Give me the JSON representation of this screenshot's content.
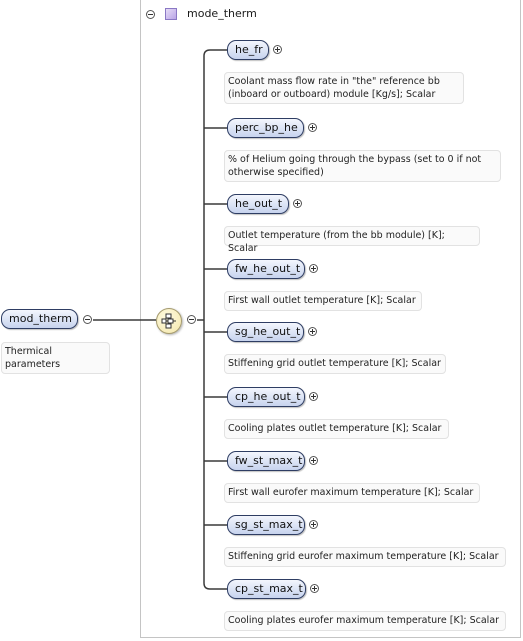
{
  "header": {
    "title": "mode_therm"
  },
  "root": {
    "name": "mod_therm",
    "doc": "Thermical parameters"
  },
  "children": [
    {
      "name": "he_fr",
      "doc": "Coolant mass flow rate in \"the\" reference bb (inboard or outboard) module [Kg/s]; Scalar"
    },
    {
      "name": "perc_bp_he",
      "doc": "% of Helium going through the bypass (set to 0 if not otherwise specified)"
    },
    {
      "name": "he_out_t",
      "doc": "Outlet temperature (from the bb module) [K]; Scalar"
    },
    {
      "name": "fw_he_out_t",
      "doc": "First wall outlet temperature [K]; Scalar"
    },
    {
      "name": "sg_he_out_t",
      "doc": "Stiffening grid outlet temperature [K]; Scalar"
    },
    {
      "name": "cp_he_out_t",
      "doc": "Cooling plates outlet temperature [K]; Scalar"
    },
    {
      "name": "fw_st_max_t",
      "doc": "First wall eurofer maximum temperature [K]; Scalar"
    },
    {
      "name": "sg_st_max_t",
      "doc": "Stiffening grid eurofer maximum temperature [K]; Scalar"
    },
    {
      "name": "cp_st_max_t",
      "doc": "Cooling plates eurofer maximum temperature [K]; Scalar"
    }
  ]
}
